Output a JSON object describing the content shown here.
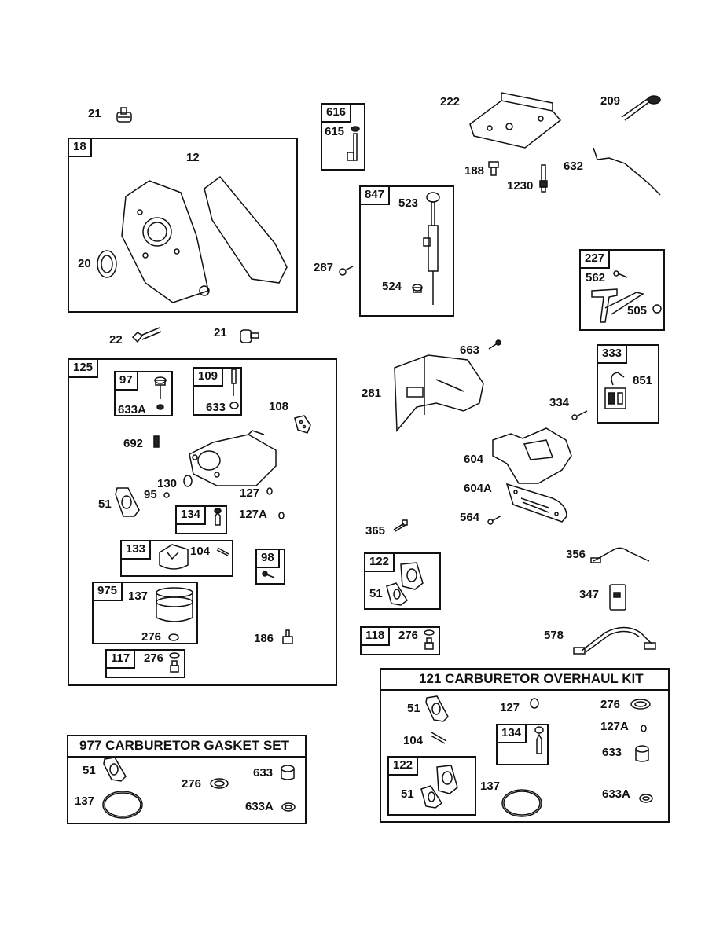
{
  "diagram": {
    "callouts": {
      "c21a": "21",
      "c21b": "21",
      "c18": "18",
      "c12": "12",
      "c20": "20",
      "c22": "22",
      "c616": "616",
      "c615": "615",
      "c222": "222",
      "c209": "209",
      "c188": "188",
      "c1230": "1230",
      "c632": "632",
      "c847": "847",
      "c523": "523",
      "c524": "524",
      "c287": "287",
      "c227": "227",
      "c562": "562",
      "c505": "505",
      "c663": "663",
      "c281": "281",
      "c333": "333",
      "c851": "851",
      "c334": "334",
      "c604": "604",
      "c604A": "604A",
      "c564": "564",
      "c365": "365",
      "c356": "356",
      "c347": "347",
      "c578": "578",
      "c122": "122",
      "c51r": "51",
      "c118": "118",
      "c276r": "276",
      "c125": "125",
      "c97": "97",
      "c633A": "633A",
      "c109": "109",
      "c633": "633",
      "c108": "108",
      "c692": "692",
      "c130": "130",
      "c95": "95",
      "c51": "51",
      "c127": "127",
      "c127A": "127A",
      "c134": "134",
      "c133": "133",
      "c104": "104",
      "c98": "98",
      "c975": "975",
      "c137": "137",
      "c276a": "276",
      "c186": "186",
      "c117": "117",
      "c276b": "276"
    },
    "gasket_set": {
      "title": "977 CARBURETOR  GASKET SET",
      "items": {
        "p51": "51",
        "p137": "137",
        "p276": "276",
        "p633": "633",
        "p633A": "633A"
      }
    },
    "overhaul_kit": {
      "title": "121 CARBURETOR OVERHAUL KIT",
      "items": {
        "p51": "51",
        "p104": "104",
        "p127": "127",
        "p134": "134",
        "p122": "122",
        "p51b": "51",
        "p137": "137",
        "p276": "276",
        "p127A": "127A",
        "p633": "633",
        "p633A": "633A"
      }
    }
  }
}
